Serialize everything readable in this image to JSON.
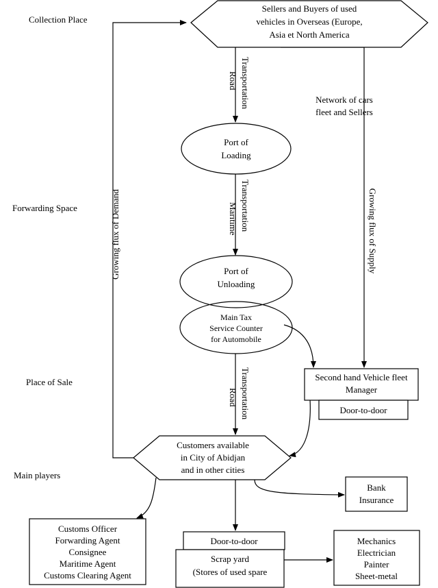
{
  "section_labels": {
    "collection": "Collection Place",
    "forwarding": "Forwarding Space",
    "sale": "Place of Sale",
    "players": "Main players"
  },
  "nodes": {
    "sellers": [
      "Sellers and Buyers of used",
      "vehicles in Overseas (Europe,",
      "Asia et North America"
    ],
    "port_loading": [
      "Port of",
      "Loading"
    ],
    "port_unloading": [
      "Port of",
      "Unloading"
    ],
    "tax_counter": [
      "Main Tax",
      "Service Counter",
      "for Automobile"
    ],
    "fleet_manager": [
      "Second hand Vehicle fleet",
      "Manager"
    ],
    "door_to_door_fleet": "Door-to-door",
    "customers": [
      "Customers available",
      "in City of Abidjan",
      "and in other cities"
    ],
    "bank": [
      "Bank",
      "Insurance"
    ],
    "customs": [
      "Customs Officer",
      "Forwarding Agent",
      "Consignee",
      "Maritime Agent",
      "Customs Clearing Agent"
    ],
    "door_to_door_scrap": "Door-to-door",
    "scrap_yard": [
      "Scrap yard",
      "(Stores of used spare"
    ],
    "mechanics": [
      "Mechanics",
      "Electrician",
      "Painter",
      "Sheet-metal"
    ]
  },
  "edge_labels": {
    "road1": [
      "Road",
      "Transportation"
    ],
    "maritime": [
      "Maritime",
      "Transportation"
    ],
    "road2": [
      "Road",
      "Transportation"
    ],
    "network": [
      "Network of cars",
      "fleet and Sellers"
    ],
    "demand": "Growing flux of Demand",
    "supply": "Growing flux of Supply"
  }
}
